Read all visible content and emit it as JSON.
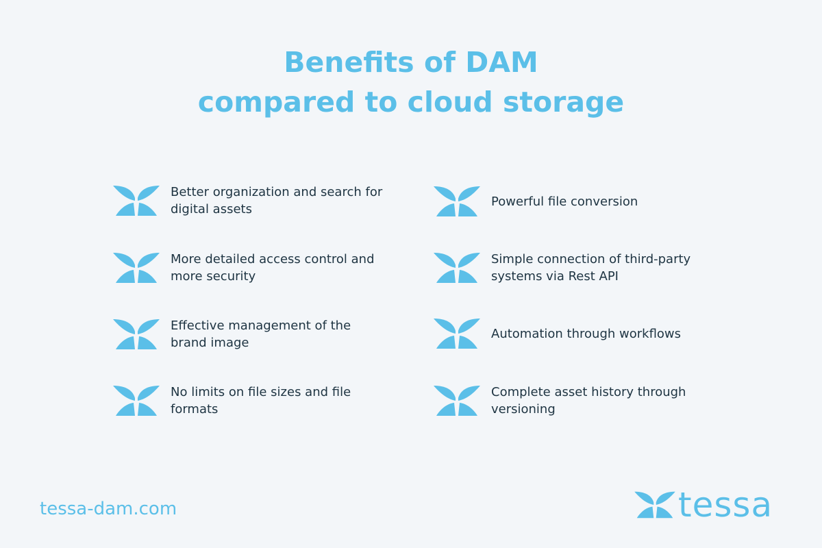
{
  "title": {
    "line1": "Benefits of DAM",
    "line2": "compared to cloud storage"
  },
  "benefits": [
    "Better organization and search for digital assets",
    "Powerful file conversion",
    "More detailed access control and more security",
    "Simple connection of third-party systems via Rest API",
    "Effective management of the brand image",
    "Automation through workflows",
    "No limits on file sizes and file formats",
    "Complete asset history through versioning"
  ],
  "footer": {
    "url": "tessa-dam.com",
    "logo": "tessa"
  },
  "colors": {
    "accent": "#5bbfe8",
    "text": "#1e3442",
    "background": "#f3f6f9"
  }
}
